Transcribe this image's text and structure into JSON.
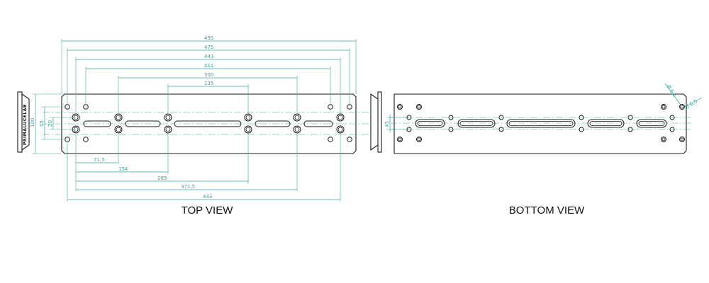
{
  "views": {
    "top_title": "TOP VIEW",
    "bottom_title": "BOTTOM VIEW"
  },
  "brand": "PRIMALUCELAB",
  "colors": {
    "dimension": "#38a6a0",
    "outline": "#1a1a1a"
  },
  "top_dimensions": {
    "horizontal_top": [
      "495",
      "475",
      "443",
      "411",
      "300",
      "135"
    ],
    "horizontal_bottom": [
      "71,5",
      "154",
      "289",
      "371,5",
      "443"
    ],
    "vertical": [
      "100",
      "55",
      "20"
    ]
  },
  "bottom_dimensions": {
    "vertical": "45",
    "diameter_1": "Ø 6,5",
    "diameter_2": "Ø 6,5"
  }
}
